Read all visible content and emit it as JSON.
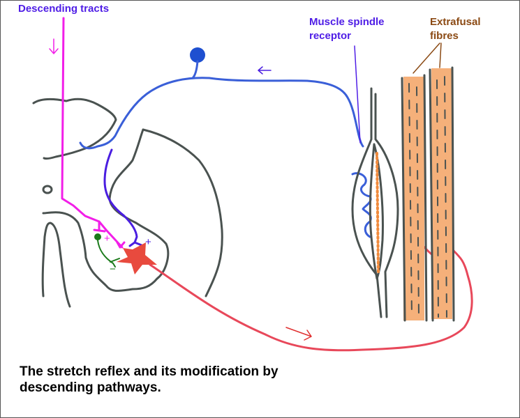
{
  "labels": {
    "descending_tracts": "Descending tracts",
    "muscle_spindle": [
      "Muscle spindle",
      "receptor"
    ],
    "extrafusal": [
      "Extrafusal",
      "fibres"
    ]
  },
  "caption": [
    "The stretch reflex and its modification by",
    "descending pathways."
  ],
  "signs": {
    "descending_excitatory": "+",
    "afferent_excitatory": "+",
    "interneuron_inhibitory": "−"
  },
  "colors": {
    "descending": "#f21ee8",
    "afferent": "#3a5fd8",
    "afferent_dark": "#4a1ee0",
    "efferent": "#e8485a",
    "motor_neuron": "#e84a3e",
    "interneuron": "#1a7a1a",
    "outline": "#4a5250",
    "muscle_fill": "#f08a3c",
    "label_blue": "#4f1ee6",
    "label_brown": "#8b4a14"
  }
}
